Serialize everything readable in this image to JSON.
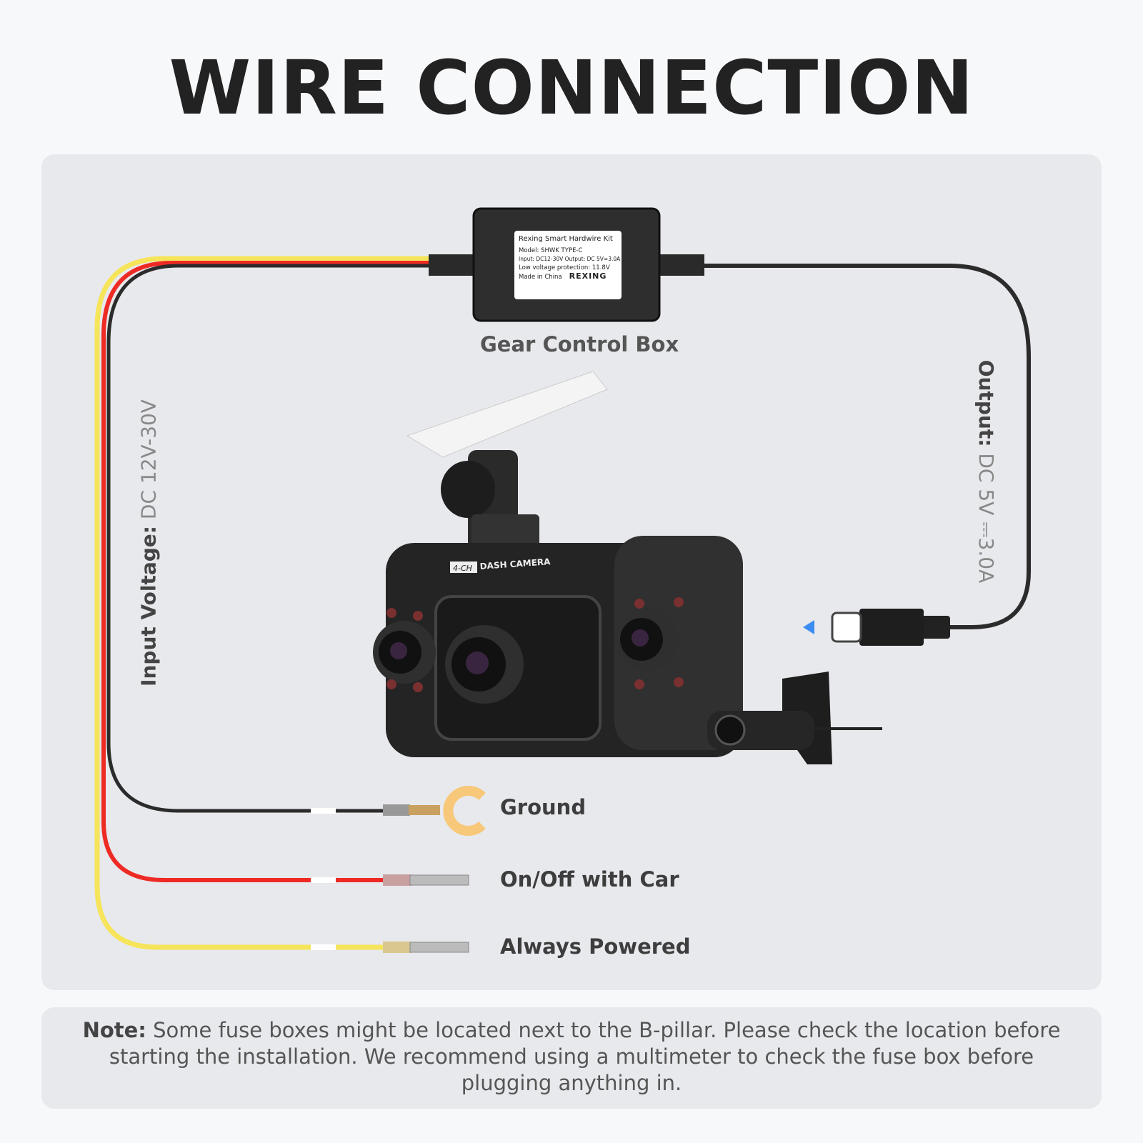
{
  "title": "WIRE CONNECTION",
  "control_box": {
    "caption": "Gear Control Box",
    "sticker_title": "Rexing Smart Hardwire Kit",
    "model": "Model: SHWK TYPE-C",
    "io": "Input: DC12-30V Output: DC 5V=3.0A",
    "low_voltage": "Low voltage protection: 11.8V",
    "origin": "Made in China",
    "brand": "REXING"
  },
  "input": {
    "label": "Input Voltage:",
    "value": "DC 12V-30V"
  },
  "output": {
    "label": "Output:",
    "value": "DC 5V ⎓3.0A"
  },
  "camera": {
    "badge": "4-CH",
    "name": "DASH CAMERA"
  },
  "wires": [
    {
      "label": "Ground",
      "color": "#2b2b2b"
    },
    {
      "label": "On/Off with Car",
      "color": "#ee2a24"
    },
    {
      "label": "Always Powered",
      "color": "#f6e45a"
    }
  ],
  "note": {
    "bold": "Note:",
    "text": " Some fuse boxes might be located next to the B-pillar. Please check the location before starting the installation. We recommend using a multimeter to check the fuse box before plugging anything in."
  },
  "colors": {
    "connector_arrow": "#3b8cf0",
    "ground_ring": "#f7c87a"
  }
}
